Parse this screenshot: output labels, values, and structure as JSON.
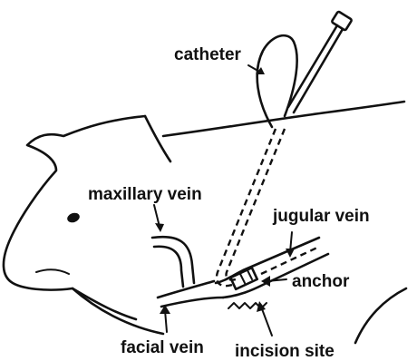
{
  "labels": {
    "catheter": "catheter",
    "maxillary_vein": "maxillary vein",
    "jugular_vein": "jugular vein",
    "anchor": "anchor",
    "facial_vein": "facial vein",
    "incision_site": "incision site"
  }
}
